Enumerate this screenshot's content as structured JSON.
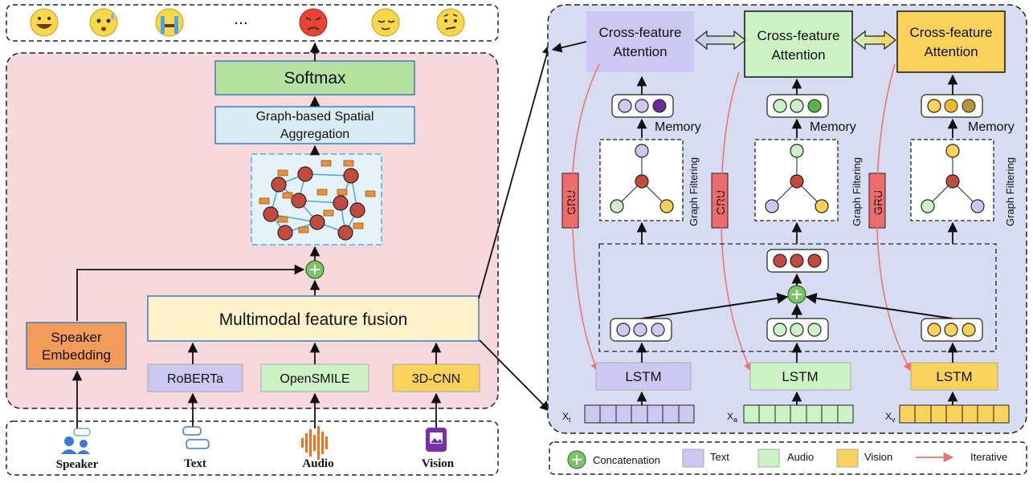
{
  "left": {
    "softmax": "Softmax",
    "aggregation_line1": "Graph-based Spatial",
    "aggregation_line2": "Aggregation",
    "fusion": "Multimodal feature fusion",
    "speaker_line1": "Speaker",
    "speaker_line2": "Embedding",
    "encoders": [
      "RoBERTa",
      "OpenSMILE",
      "3D-CNN"
    ],
    "inputs": [
      "Speaker",
      "Text",
      "Audio",
      "Vision"
    ],
    "ellipsis": "..."
  },
  "right": {
    "attention_line1": "Cross-feature",
    "attention_line2": "Attention",
    "memory": "Memory",
    "graph_filtering": "Graph Filtering",
    "gru": "GRU",
    "lstm": "LSTM",
    "input_labels": [
      "X",
      "X",
      "X"
    ],
    "input_subscripts": [
      "t",
      "a",
      "v"
    ]
  },
  "legend": {
    "concatenation": "Concatenation",
    "text": "Text",
    "audio": "Audio",
    "vision": "Vision",
    "iterative": "Iterative"
  },
  "colors": {
    "text": "#cdc8f2",
    "audio": "#ccf2c6",
    "vision": "#f8d25a",
    "panel_left": "#f6d8dd",
    "panel_right": "#d8dcf2",
    "iterative": "#ee7070"
  }
}
